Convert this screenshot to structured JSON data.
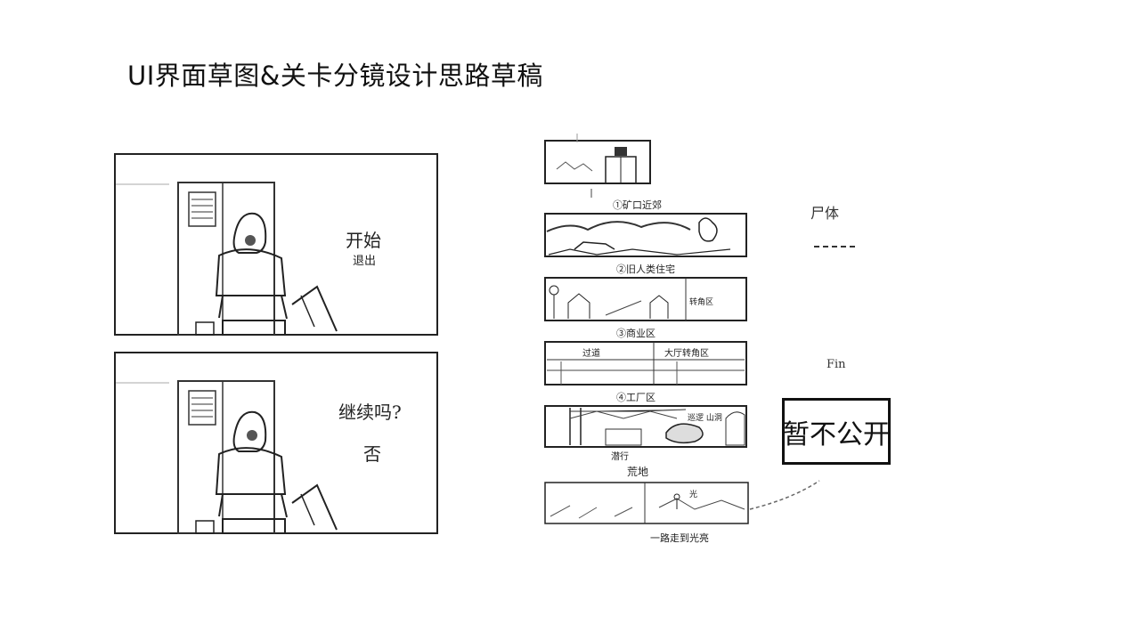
{
  "slide": {
    "title": "UI界面草图&关卡分镜设计思路草稿"
  },
  "ui_sketches": [
    {
      "label": "开始",
      "sub": "退出"
    },
    {
      "label": "继续吗?",
      "sub": "否"
    }
  ],
  "storyboard": {
    "frames": [
      {
        "caption": ""
      },
      {
        "caption": "①矿口近郊"
      },
      {
        "caption": "②旧人类住宅"
      },
      {
        "caption": "③商业区"
      },
      {
        "caption": "④工厂区"
      },
      {
        "caption": "荒地"
      }
    ],
    "inner_labels": {
      "residential_right": "转角区",
      "commercial_left": "过道",
      "commercial_right": "大厅转角区",
      "factory_right": "巡逻 山洞",
      "factory_below": "潜行",
      "wasteland_right": "光"
    },
    "bottom_note": "一路走到光亮",
    "side_notes": [
      "尸体",
      "Fin"
    ],
    "secret_label": "暂不公开"
  }
}
